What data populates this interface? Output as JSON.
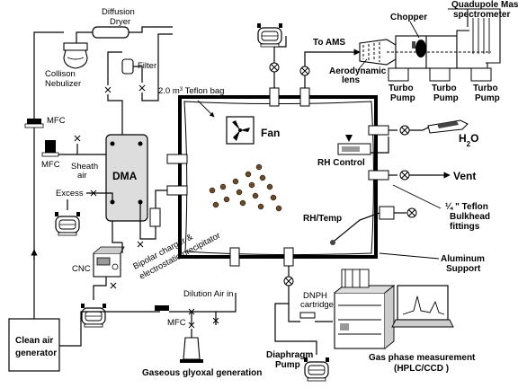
{
  "labels": {
    "diffusion": "Diffusion",
    "dryer": "Dryer",
    "collison": "Collison",
    "nebulizer": "Nebulizer",
    "filter": "Filter",
    "teflon_bag_prefix": "2.0 m",
    "teflon_bag_sup": "3",
    "teflon_bag_suffix": " Teflon bag",
    "to_ams": "To AMS",
    "chopper": "Chopper",
    "quad1": "Quadupole Mass",
    "quad2": "spectrometer",
    "aero1": "Aerodynamic",
    "aero2": "lens",
    "turbo1a": "Turbo",
    "turbo1b": "Pump",
    "turbo2a": "Turbo",
    "turbo2b": "Pump",
    "turbo3a": "Turbo",
    "turbo3b": "Pump",
    "mfc_left": "MFC",
    "mfc_mid": "MFC",
    "mfc_bottom": "MFC",
    "sheath1": "Sheath",
    "sheath2": "air",
    "dma": "DMA",
    "fan": "Fan",
    "h2o": "H2O",
    "rh_control": "RH Control",
    "vent": "Vent",
    "excess": "Excess",
    "cnc": "CNC",
    "bipolar1": "Bipolar charger &",
    "bipolar2": "electrostatic precipitator",
    "rh_temp": "RH/Temp",
    "bulk1": "¼ \" Teflon",
    "bulk2": "Bulkhead",
    "bulk3": "fittings",
    "al1": "Aluminum",
    "al2": "Support",
    "dilution": "Dilution Air in",
    "dnph1": "DNPH",
    "dnph2": "cartridge",
    "clean1": "Clean air",
    "clean2": "generator",
    "glyoxal": "Gaseous glyoxal generation",
    "diaphragm1": "Diaphragm",
    "diaphragm2": "Pump",
    "gas1": "Gas phase measurement",
    "gas2": "(HPLC/CCD )"
  }
}
